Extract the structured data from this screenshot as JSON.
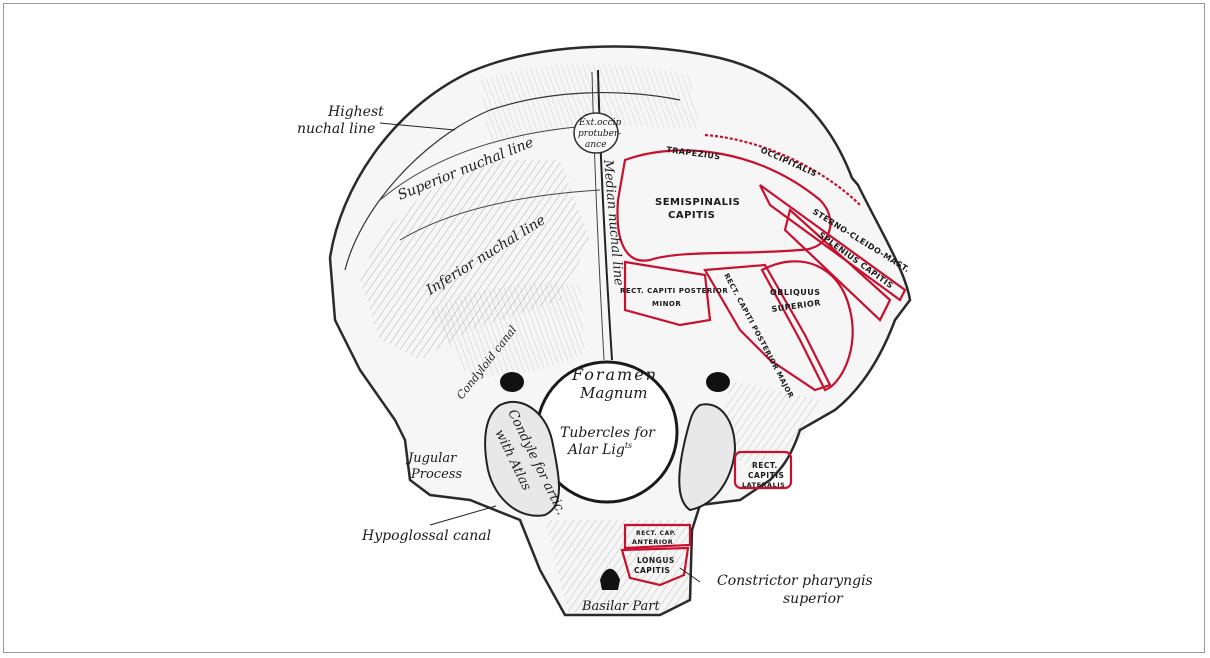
{
  "colors": {
    "muscle_outline": "#c8102e",
    "bone_line": "#2a2a2a",
    "frame_border": "#9a9a9a",
    "background": "#ffffff"
  },
  "labels": {
    "highest_nuchal_1": "Highest",
    "highest_nuchal_2": "nuchal line",
    "ext_occip_1": "Ext.occip",
    "ext_occip_2": "protuber-",
    "ext_occip_3": "ance",
    "superior_nuchal": "Superior nuchal line",
    "inferior_nuchal": "Inferior nuchal line",
    "median_nuchal": "Median nuchal line",
    "condyloid_canal": "Condyloid canal",
    "foramen_1": "Foramen",
    "foramen_2": "Magnum",
    "tubercles_1": "Tubercles for",
    "tubercles_2": "Alar Lig",
    "tubercles_sup": "ts",
    "condyle_1": "Condyle for artic.",
    "condyle_2": "with Atlas",
    "jugular_1": "Jugular",
    "jugular_2": "Process",
    "hypoglossal": "Hypoglossal canal",
    "basilar": "Basilar Part",
    "constrictor_1": "Constrictor pharyngis",
    "constrictor_2": "superior"
  },
  "muscles": {
    "trapezius": "TRAPEZIUS",
    "occipitalis": "OCCIPITALIS",
    "semispinalis_1": "SEMISPINALIS",
    "semispinalis_2": "CAPITIS",
    "sterno": "STERNO-CLEIDO-MAST.",
    "splenius": "SPLENIUS CAPITIS",
    "rect_minor_1": "RECT. CAPITI POSTERIOR",
    "rect_minor_2": "MINOR",
    "rect_major": "RECT. CAPITI POSTERIOR MAJOR",
    "obliquus_1": "OBLIQUUS",
    "obliquus_2": "SUPERIOR",
    "rect_lat_1": "RECT.",
    "rect_lat_2": "CAPITIS",
    "rect_lat_3": "LATERALIS",
    "rect_ant_1": "RECT. CAP.",
    "rect_ant_2": "ANTERIOR",
    "longus_1": "LONGUS",
    "longus_2": "CAPITIS"
  }
}
